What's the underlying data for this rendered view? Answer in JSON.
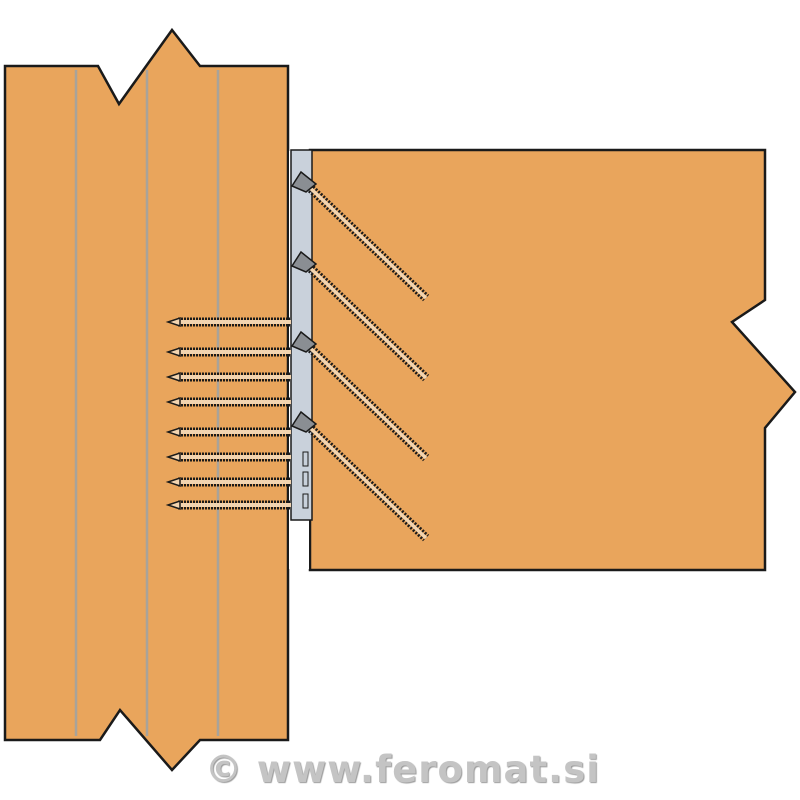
{
  "watermark": "© www.feromat.si",
  "colors": {
    "wood": "#e9a55c",
    "grain": "#a8a39a",
    "plate": "#c9d1db",
    "fastener": "#f2d4b0",
    "outline": "#1a1a1a"
  },
  "fasteners": {
    "angled_screws": 4,
    "horizontal_nails": 8
  }
}
